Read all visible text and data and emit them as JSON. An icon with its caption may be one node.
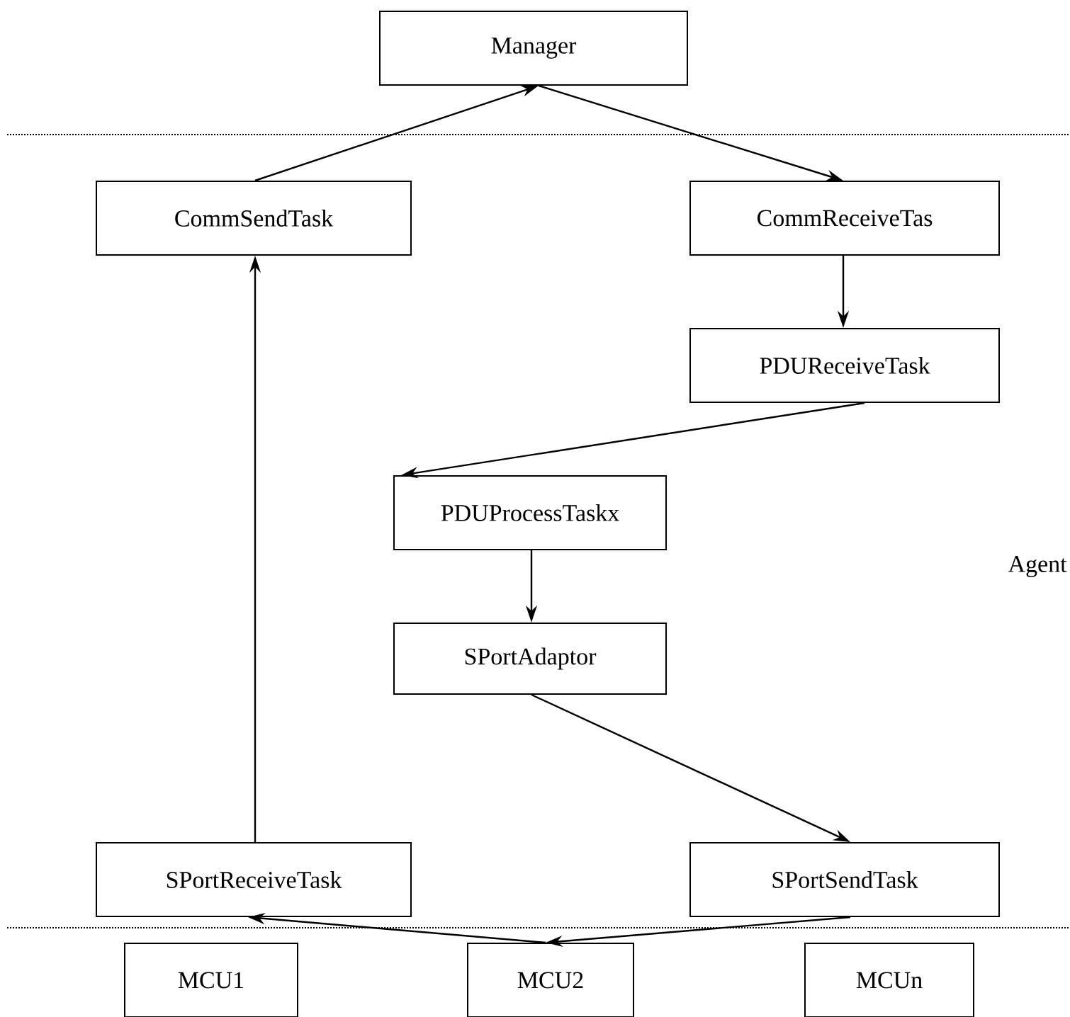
{
  "diagram": {
    "nodes": [
      {
        "text": [
          "Manager"
        ]
      },
      {
        "text": [
          "CommSendTask"
        ]
      },
      {
        "text": [
          "CommReceiveTas"
        ]
      },
      {
        "text": [
          "PDUReceiveTask"
        ]
      },
      {
        "text": [
          "PDUProcessTaskx"
        ]
      },
      {
        "text": [
          "SPortAdaptor"
        ]
      },
      {
        "text": [
          "SPortReceiveTask"
        ]
      },
      {
        "text": [
          "SPortSendTask"
        ]
      },
      {
        "text": [
          "MCU1"
        ]
      },
      {
        "text": [
          "MCU2"
        ]
      },
      {
        "text": [
          "MCUn"
        ]
      }
    ],
    "edges": [
      {
        "from": 1,
        "to": 0,
        "arrow": "to"
      },
      {
        "from": 0,
        "to": 2,
        "arrow": "to"
      },
      {
        "from": 2,
        "to": 3,
        "arrow": "to"
      },
      {
        "from": 3,
        "to": 4,
        "arrow": "to"
      },
      {
        "from": 4,
        "to": 5,
        "arrow": "to"
      },
      {
        "from": 5,
        "to": 7,
        "arrow": "to"
      },
      {
        "from": 7,
        "to": 9,
        "arrow": "to"
      },
      {
        "from": 9,
        "to": 6,
        "arrow": "to"
      },
      {
        "from": 6,
        "to": 1,
        "arrow": "to"
      }
    ],
    "labels": [
      "Agent"
    ]
  }
}
